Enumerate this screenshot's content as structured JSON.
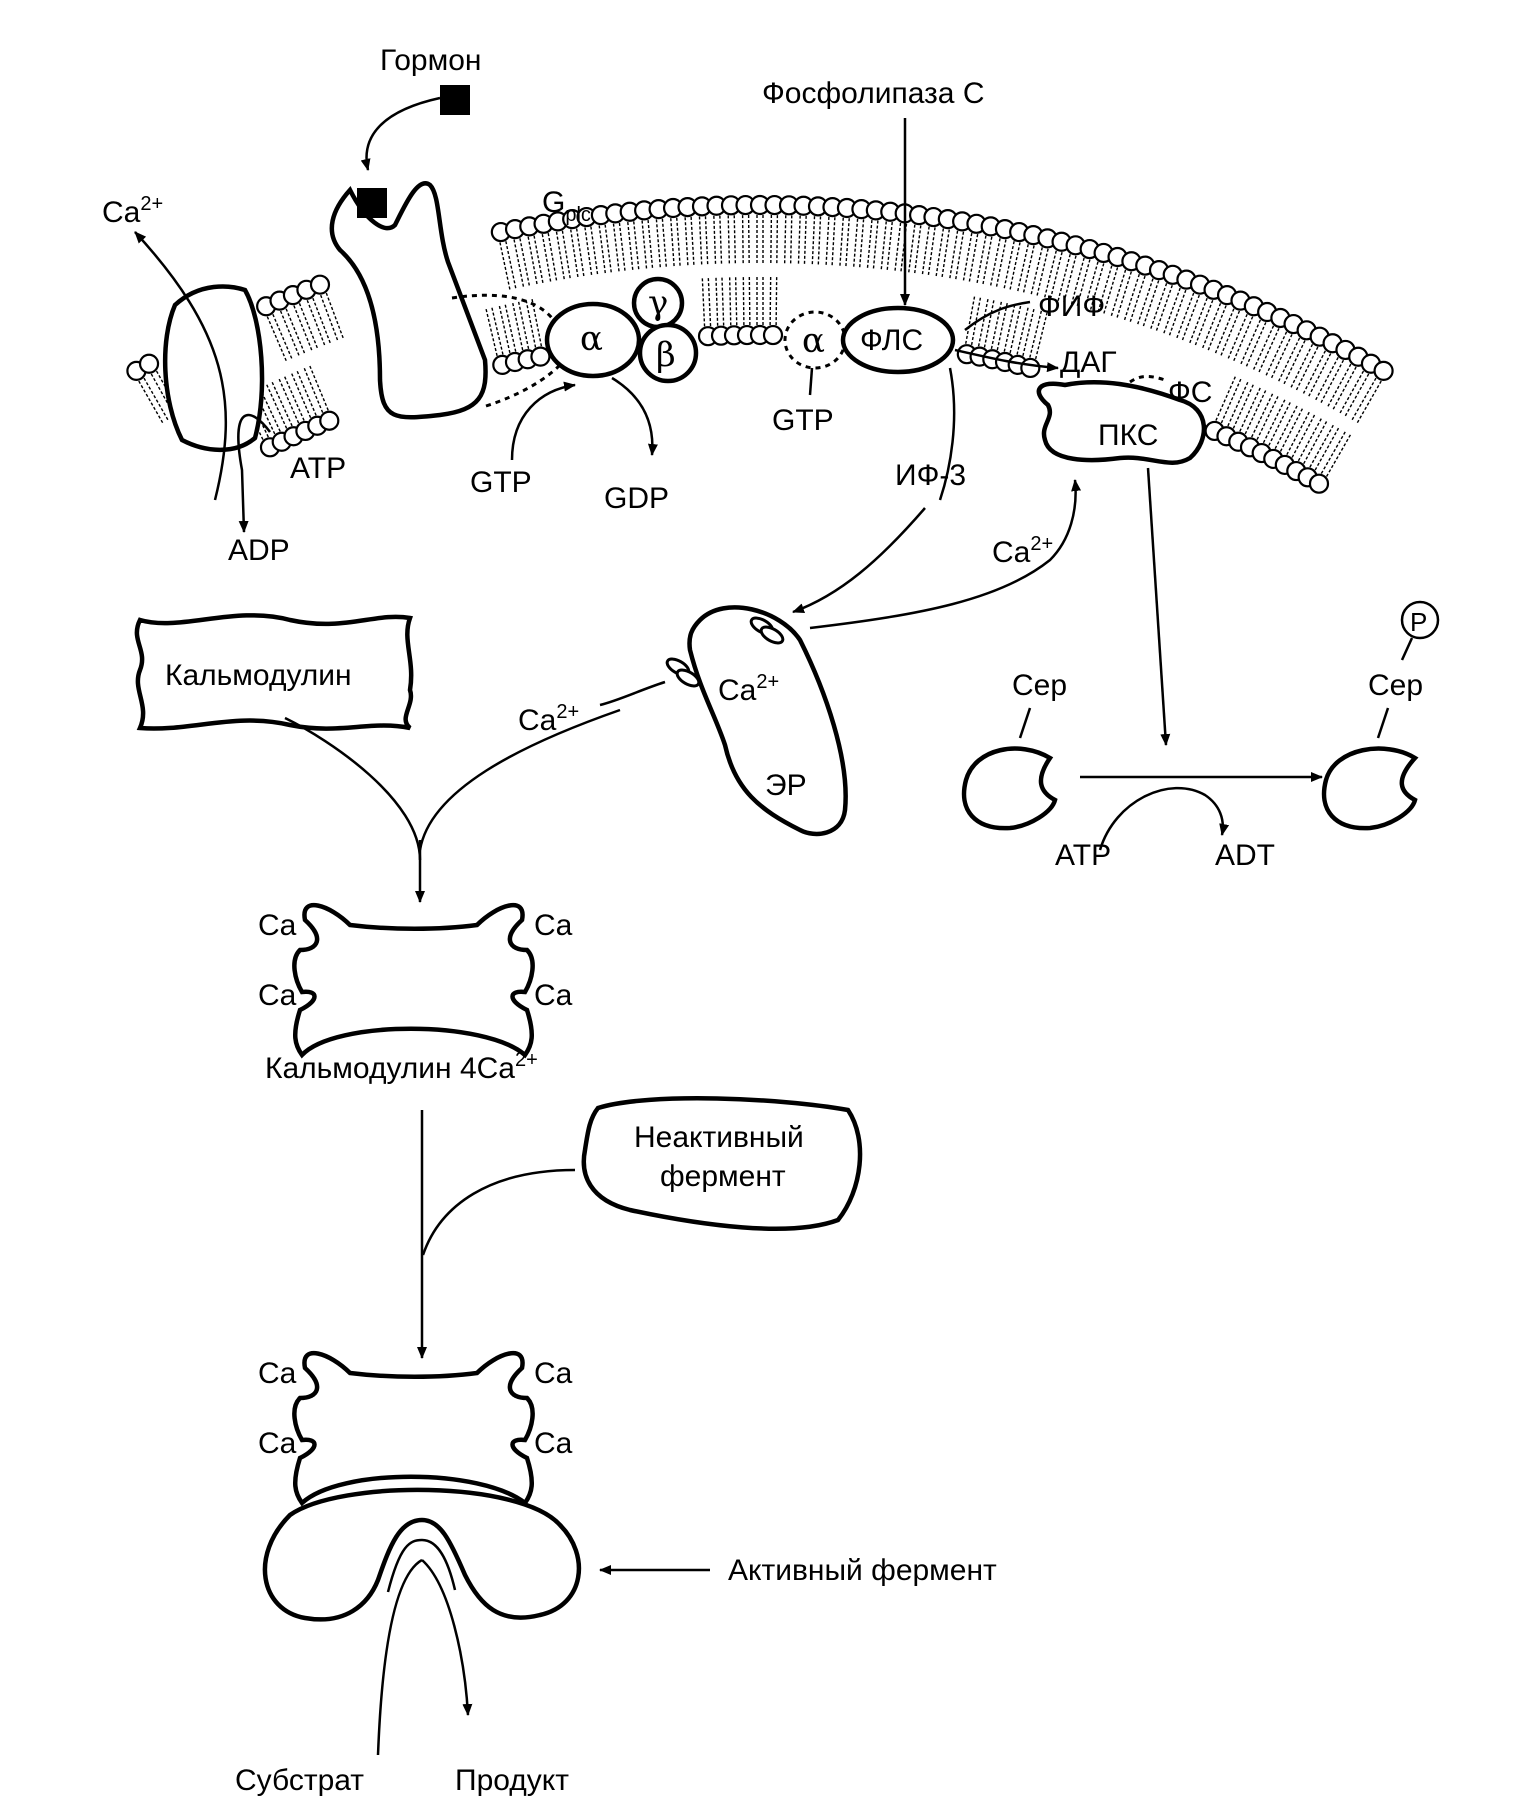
{
  "labels": {
    "hormone": "Гормон",
    "phospholipase_c": "Фосфолипаза С",
    "g_plc_main": "G",
    "g_plc_sub": "plc",
    "ca_out": "Ca",
    "ca_charge": "2+",
    "atp_pump": "ATP",
    "adp_pump": "ADP",
    "alpha": "α",
    "beta": "β",
    "gamma": "γ",
    "alpha_inactive": "α",
    "gtp_left": "GTP",
    "gdp": "GDP",
    "gtp_mid": "GTP",
    "flc": "ФЛС",
    "fif": "ФИФ",
    "dag": "ДАГ",
    "fs": "ФС",
    "pkc": "ПКС",
    "if3": "ИФ-3",
    "ca_to_pkc": "Ca",
    "ca_er_inside": "Ca",
    "er": "ЭР",
    "ca_to_calmodulin": "Ca",
    "calmodulin": "Кальмодулин",
    "ser_left": "Сер",
    "ser_right": "Сер",
    "phospho_p": "P",
    "atp_ser": "ATP",
    "adt_ser": "ADT",
    "ca_site": "Ca",
    "calmodulin_4ca_main": "Кальмодулин 4Ca",
    "calmodulin_4ca_charge": "2+",
    "inactive_enzyme_line1": "Неактивный",
    "inactive_enzyme_line2": "фермент",
    "active_enzyme": "Активный фермент",
    "substrate": "Субстрат",
    "product": "Продукт"
  }
}
